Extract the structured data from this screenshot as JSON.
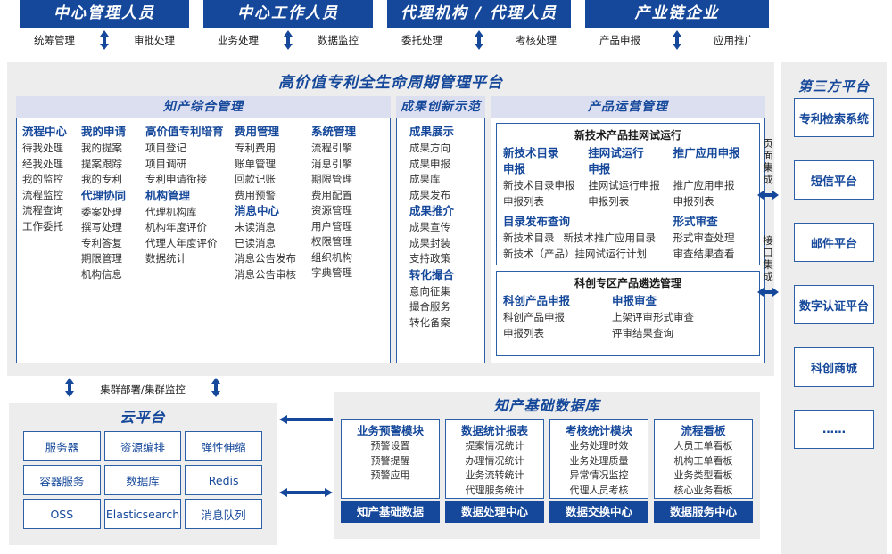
{
  "actors": [
    {
      "title": "中心管理人员",
      "left": "统筹管理",
      "right": "审批处理"
    },
    {
      "title": "中心工作人员",
      "left": "业务处理",
      "right": "数据监控"
    },
    {
      "title": "代理机构 / 代理人员",
      "left": "委托处理",
      "right": "考核处理"
    },
    {
      "title": "产业链企业",
      "left": "产品申报",
      "right": "应用推广"
    }
  ],
  "platform": {
    "title": "高价值专利全生命周期管理平台",
    "groups": {
      "ip_mgmt": {
        "head": "知产综合管理",
        "columns": [
          {
            "blocks": [
              {
                "head": "流程中心",
                "items": [
                  "待我处理",
                  "经我处理",
                  "我的监控",
                  "流程监控",
                  "流程查询",
                  "工作委托"
                ]
              }
            ]
          },
          {
            "blocks": [
              {
                "head": "我的申请",
                "items": [
                  "我的提案",
                  "提案跟踪",
                  "我的专利"
                ]
              },
              {
                "head": "代理协同",
                "items": [
                  "委案处理",
                  "撰写处理",
                  "专利答复",
                  "期限管理",
                  "机构信息"
                ]
              }
            ]
          },
          {
            "blocks": [
              {
                "head": "高价值专利培育",
                "items": [
                  "项目登记",
                  "项目调研",
                  "专利申请衔接"
                ]
              },
              {
                "head": "机构管理",
                "items": [
                  "代理机构库",
                  "机构年度评价",
                  "代理人年度评价",
                  "数据统计"
                ]
              }
            ]
          },
          {
            "blocks": [
              {
                "head": "费用管理",
                "items": [
                  "专利费用",
                  "账单管理",
                  "回款记账",
                  "费用预警"
                ]
              },
              {
                "head": "消息中心",
                "items": [
                  "未读消息",
                  "已读消息",
                  "消息公告发布",
                  "消息公告审核"
                ]
              }
            ]
          },
          {
            "blocks": [
              {
                "head": "系统管理",
                "items": [
                  "流程引擎",
                  "消息引擎",
                  "期限管理",
                  "费用配置",
                  "资源管理",
                  "用户管理",
                  "权限管理",
                  "组织机构",
                  "字典管理"
                ]
              }
            ]
          }
        ]
      },
      "achievement": {
        "head": "成果创新示范",
        "blocks": [
          {
            "head": "成果展示",
            "items": [
              "成果方向",
              "成果申报",
              "成果库",
              "成果发布"
            ]
          },
          {
            "head": "成果推介",
            "items": [
              "成果宣传",
              "成果封装",
              "支持政策"
            ]
          },
          {
            "head": "转化撮合",
            "items": [
              "意向征集",
              "撮合服务",
              "转化备案"
            ]
          }
        ]
      },
      "product_ops": {
        "head": "产品运营管理",
        "box1": {
          "title": "新技术产品挂网试运行",
          "row1": [
            {
              "head": "新技术目录申报",
              "items": [
                "新技术目录申报",
                "申报列表"
              ]
            },
            {
              "head": "挂网试运行申报",
              "items": [
                "挂网试运行申报",
                "申报列表"
              ]
            },
            {
              "head": "推广应用申报",
              "items": [
                "推广应用申报",
                "申报列表"
              ]
            }
          ],
          "row2_left_head": "目录发布查询",
          "row2_left_items": [
            "新技术目录",
            "新技术推广应用目录",
            "新技术（产品）挂网试运行计划"
          ],
          "row2_right_head": "形式审查",
          "row2_right_items": [
            "形式审查处理",
            "审查结果查看"
          ]
        },
        "box2": {
          "title": "科创专区产品遴选管理",
          "cols": [
            {
              "head": "科创产品申报",
              "items": [
                "科创产品申报",
                "申报列表"
              ]
            },
            {
              "head": "申报审查",
              "items": [
                "上架评审形式审查",
                "评审结果查询"
              ]
            }
          ]
        }
      }
    }
  },
  "integration": {
    "page": "页面集成",
    "api": "接口集成"
  },
  "third_party": {
    "title": "第三方平台",
    "items": [
      "专利检索系统",
      "短信平台",
      "邮件平台",
      "数字认证平台",
      "科创商城",
      "……"
    ]
  },
  "cluster": {
    "label": "集群部署/集群监控"
  },
  "cloud": {
    "title": "云平台",
    "cells": [
      "服务器",
      "资源编排",
      "弹性伸缩",
      "容器服务",
      "数据库",
      "Redis",
      "OSS",
      "Elasticsearch",
      "消息队列"
    ]
  },
  "knowledge_db": {
    "title": "知产基础数据库",
    "columns": [
      {
        "head": "业务预警模块",
        "items": [
          "预警设置",
          "预警提醒",
          "预警应用"
        ],
        "foot": "知产基础数据"
      },
      {
        "head": "数据统计报表",
        "items": [
          "提案情况统计",
          "办理情况统计",
          "业务流转统计",
          "代理服务统计"
        ],
        "foot": "数据处理中心"
      },
      {
        "head": "考核统计模块",
        "items": [
          "业务处理时效",
          "业务处理质量",
          "异常情况监控",
          "代理人员考核"
        ],
        "foot": "数据交换中心"
      },
      {
        "head": "流程看板",
        "items": [
          "人员工单看板",
          "机构工单看板",
          "业务类型看板",
          "核心业务看板"
        ],
        "foot": "数据服务中心"
      }
    ]
  },
  "colors": {
    "brand": "#15489A",
    "border": "#2B5FA8",
    "panel": "#EDEDED",
    "head": "#DCDFF0"
  }
}
